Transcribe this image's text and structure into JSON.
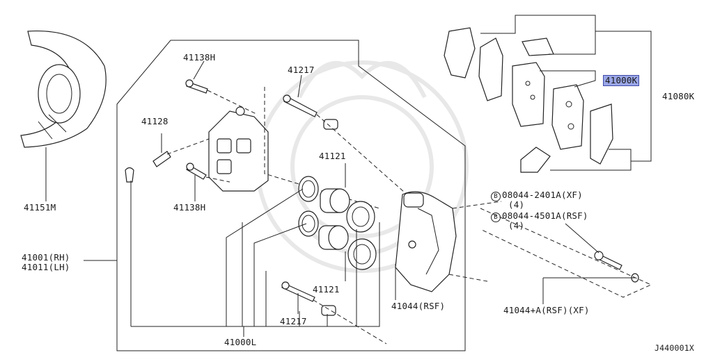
{
  "callouts": {
    "p41151m": "41151M",
    "p41138h_top": "41138H",
    "p41128": "41128",
    "p41138h_mid": "41138H",
    "p41217_top": "41217",
    "p41121_top": "41121",
    "p41121_bot": "41121",
    "p41217_bot": "41217",
    "p41000l": "41000L",
    "p41001": "41001(RH)",
    "p41011": "41011(LH)",
    "p41044_rsf": "41044(RSF)",
    "p41044a": "41044+A(RSF)(XF)",
    "p41000k": "41000K",
    "p41080k": "41080K",
    "bolt1_code": "08044-2401A(XF)",
    "bolt1_qty": "(4)",
    "bolt2_code": "08044-4501A(RSF)",
    "bolt2_qty": "(4)",
    "bolt_prefix": "B"
  },
  "diagram_code": "J440001X",
  "highlight_color": "#9aa6e6"
}
